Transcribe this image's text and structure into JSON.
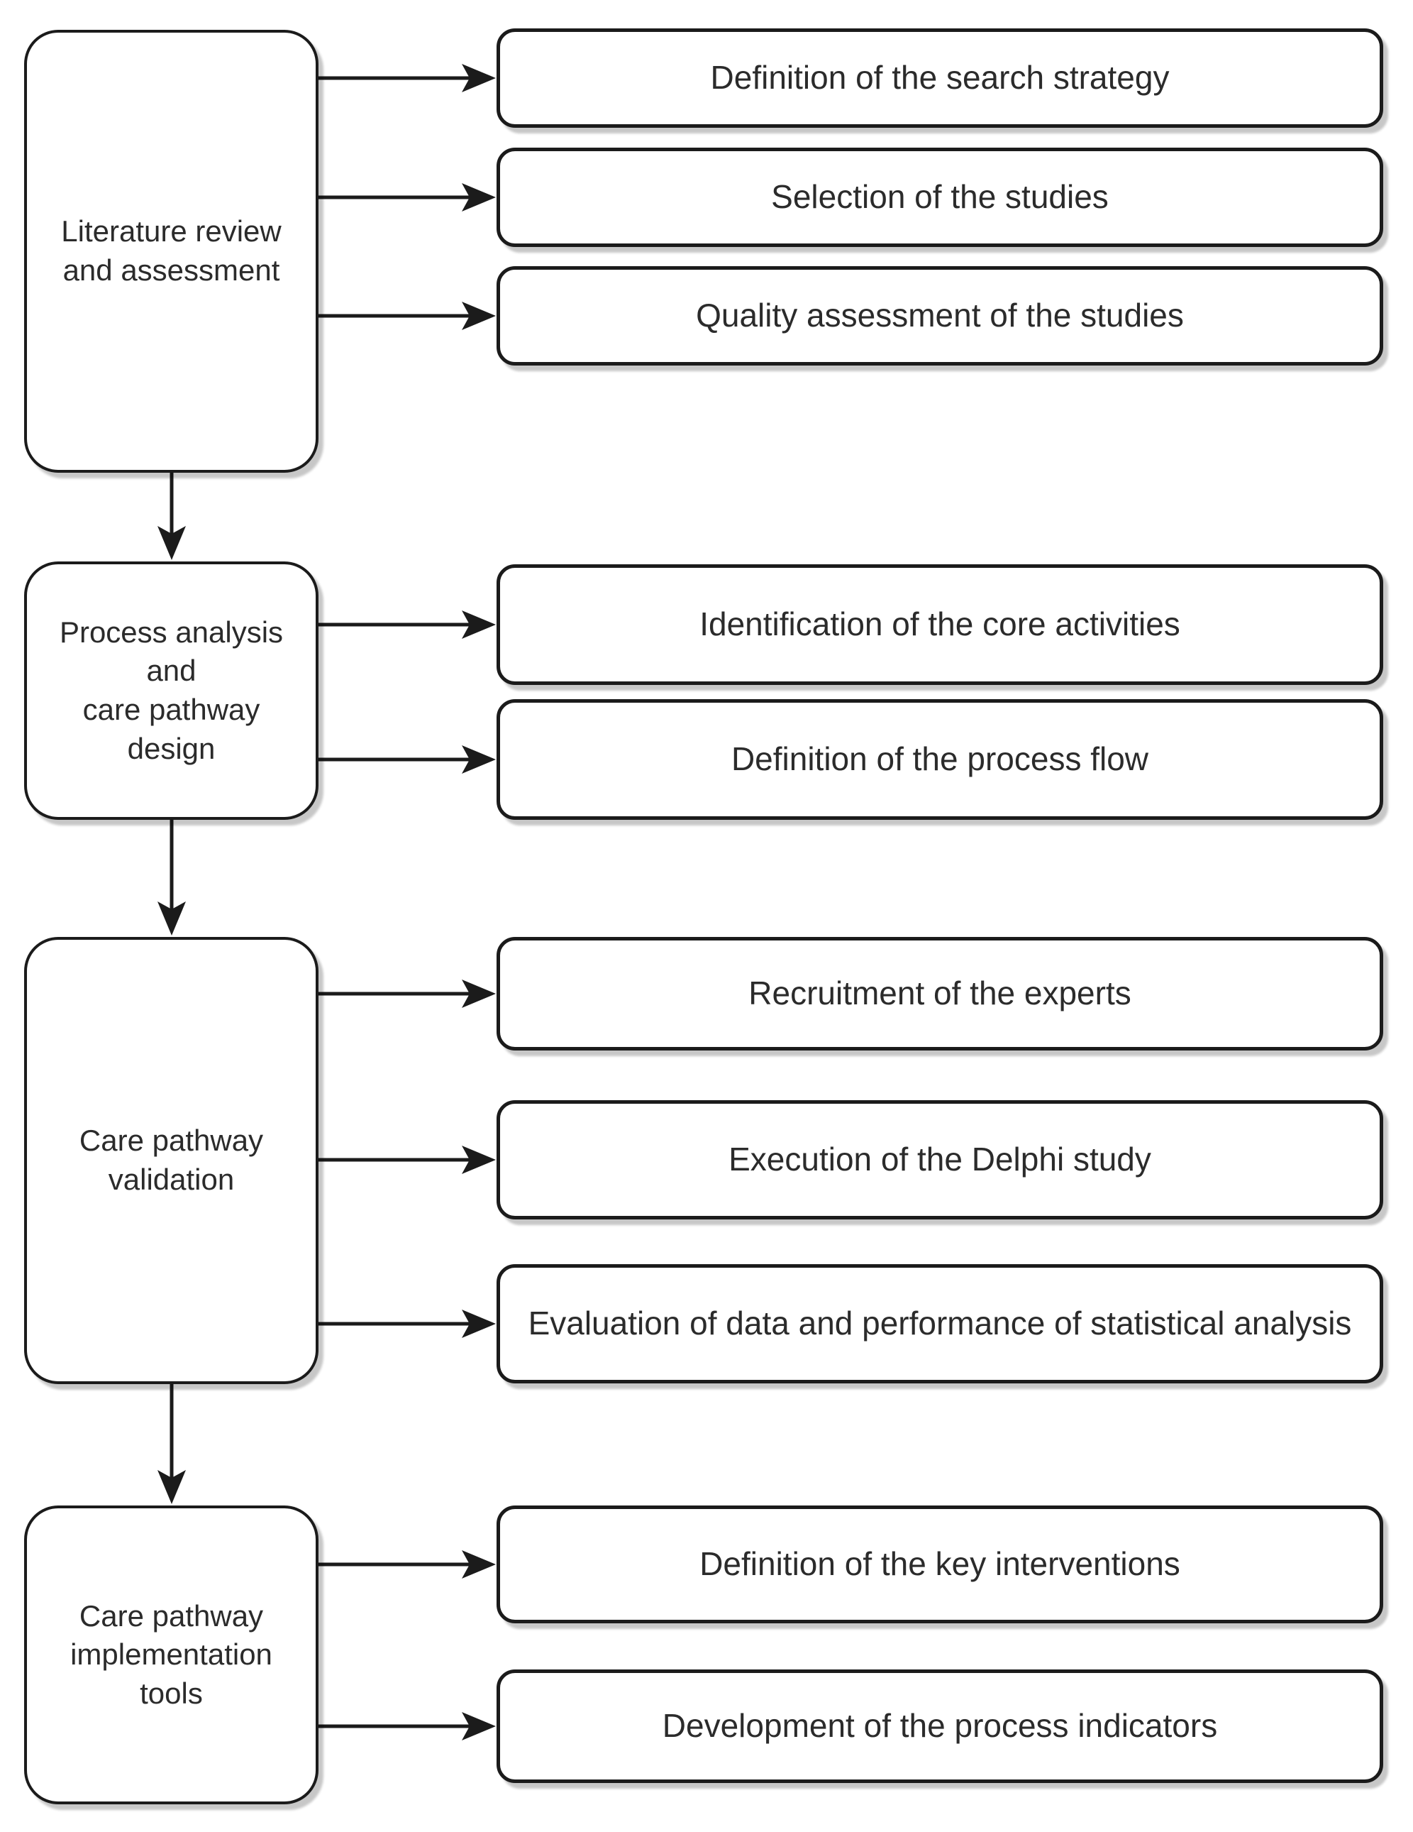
{
  "figure": {
    "background_color": "#ffffff",
    "stroke_color": "#1b1b1b",
    "text_color": "#2b2b2b",
    "stages": [
      {
        "label": "Literature review\nand assessment",
        "steps": [
          "Definition of the search strategy",
          "Selection of the studies",
          "Quality assessment of the studies"
        ]
      },
      {
        "label": "Process analysis\nand\ncare pathway\ndesign",
        "steps": [
          "Identification of the core activities",
          "Definition of the process flow"
        ]
      },
      {
        "label": "Care pathway\nvalidation",
        "steps": [
          "Recruitment of the experts",
          "Execution of the Delphi study",
          "Evaluation of data and performance of statistical analysis"
        ]
      },
      {
        "label": "Care pathway\nimplementation\ntools",
        "steps": [
          "Definition of the key interventions",
          "Development of the process indicators"
        ]
      }
    ]
  }
}
